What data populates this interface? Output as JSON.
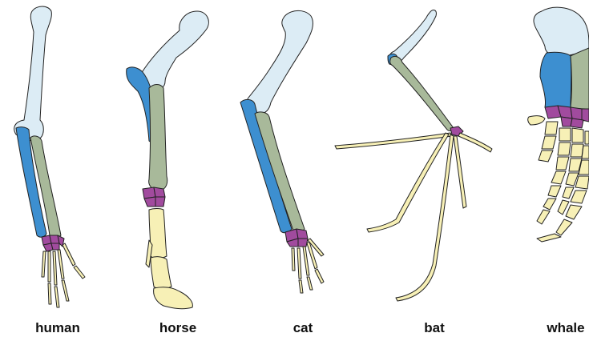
{
  "diagram": {
    "labels": {
      "human": "human",
      "horse": "horse",
      "cat": "cat",
      "bat": "bat",
      "whale": "whale"
    },
    "colors": {
      "humerus": "#dcecf5",
      "radius": "#3d8fd0",
      "ulna": "#a8b99a",
      "carpals": "#a14b9e",
      "phalanges": "#f7f0b6",
      "outline": "#222222"
    }
  }
}
